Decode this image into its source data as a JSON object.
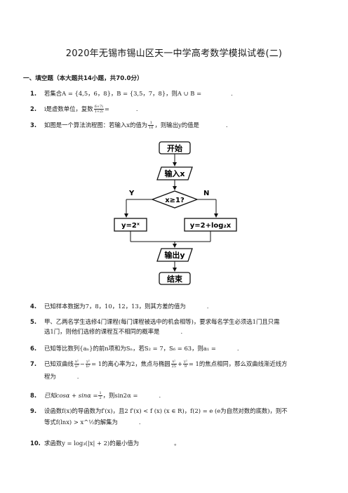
{
  "title": "2020年无锡市锡山区天一中学高考数学模拟试卷(二)",
  "section": "一、填空题（本大题共14小题，共70.0分）",
  "questions": [
    {
      "num": "1.",
      "a": "若集合A = {4,5，6，8}，B = {3,5，7，8}，则A ∪ B =",
      "b": "."
    },
    {
      "num": "2.",
      "a": "i是虚数单位，复数",
      "frac_n": "6+7i",
      "frac_d": "1+2i",
      "b": "=",
      "c": "."
    },
    {
      "num": "3.",
      "a": "如图是一个算法流程图：若输入x的值为",
      "frac_n": "1",
      "frac_d": "16",
      "b": "，则输出y的值是",
      "c": "."
    },
    {
      "num": "4.",
      "a": "已知样本数据为7，8，10，12，13，则其方差的值为",
      "b": "."
    },
    {
      "num": "5.",
      "a": "甲、乙两名学生选修4门课程(每门课程被选中的机会相等)，要求每名学生必须选1门且只需",
      "cont": "选1门，则他们选修的课程互不相同的概率是",
      "b": "."
    },
    {
      "num": "6.",
      "a": "已知等比数列{aₙ}的前n项和为Sₙ，若S₂ = 7，S₆ = 63，则a₁ =",
      "b": "."
    },
    {
      "num": "7.",
      "a": "已知双曲线",
      "f1n": "x²",
      "f1d": "a²",
      "m1": "−",
      "f2n": "y²",
      "f2d": "b²",
      "m2": "= 1的离心率为2，焦点与椭圆",
      "f3n": "x²",
      "f3d": "25",
      "m3": "+",
      "f4n": "y²",
      "f4d": "9",
      "m4": "= 1的焦点相同，那么双曲线渐近线方",
      "cont": "程为",
      "b": "."
    },
    {
      "num": "8.",
      "a": "已知cosα + sinα =",
      "frac_n": "1",
      "frac_d": "2",
      "b": "，则sin2α =",
      "c": "."
    },
    {
      "num": "9.",
      "a": "设函数f(x)的导函数为f′(x)，且2 f′(x) < f (x) (x ∈ R)，f(2) = e (e为自然对数的底数)，则不",
      "cont": "等式f(lnx) > x^½的解集为",
      "b": "."
    },
    {
      "num": "10.",
      "a": "求函数y = log₃(|x| + 2)的最小值为",
      "b": "。"
    }
  ],
  "flowchart": {
    "start": "开始",
    "input": "输入x",
    "condition": "x≥1?",
    "yes": "Y",
    "no": "N",
    "left_box": "y=2ˣ",
    "right_box": "y=2+log₂x",
    "output": "输出y",
    "end": "结束"
  }
}
